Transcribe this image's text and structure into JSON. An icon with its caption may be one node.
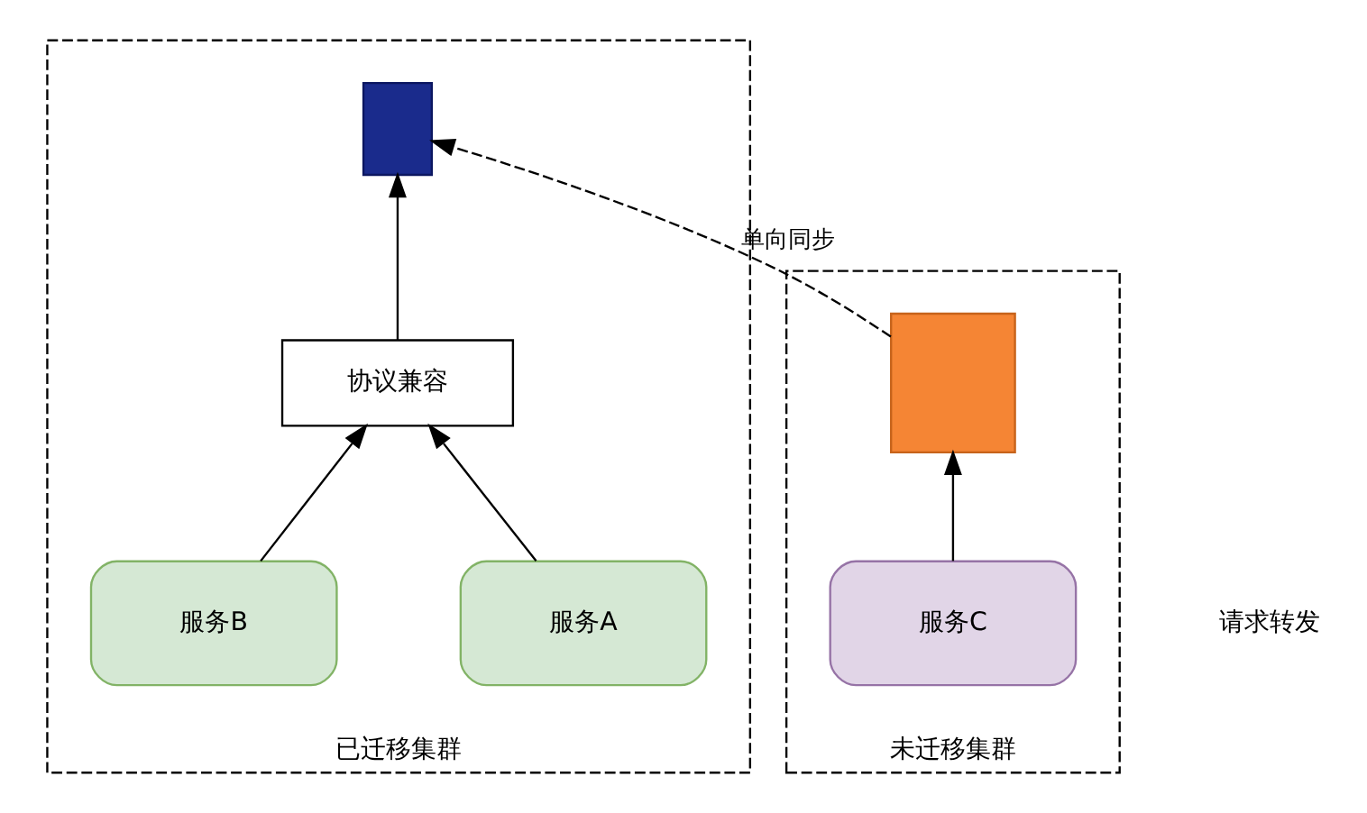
{
  "diagram": {
    "nodes": [
      {
        "text": [
          "未迁移集群"
        ]
      },
      {
        "text": [],
        "shape": "box",
        "in": 0
      },
      {
        "text": [
          "服务C"
        ],
        "in": 0
      },
      {
        "text": [
          "已迁移集群"
        ]
      },
      {
        "text": [
          "协议兼容"
        ],
        "in": 3
      },
      {
        "text": [],
        "shape": "box",
        "in": 3
      },
      {
        "text": [
          "服务A"
        ],
        "in": 3
      },
      {
        "text": [
          "服务B"
        ],
        "in": 3
      }
    ],
    "edges": [
      {
        "from": 2,
        "to": 1,
        "arrow": "to"
      },
      {
        "from": 1,
        "to": 5,
        "arrow": "to",
        "style": "dashed",
        "label": "单向同步"
      },
      {
        "from": 4,
        "to": 5,
        "arrow": "to"
      },
      {
        "from": 6,
        "to": 4,
        "arrow": "to"
      },
      {
        "from": 7,
        "to": 4,
        "arrow": "to"
      }
    ],
    "labels": [
      "请求转发"
    ]
  }
}
